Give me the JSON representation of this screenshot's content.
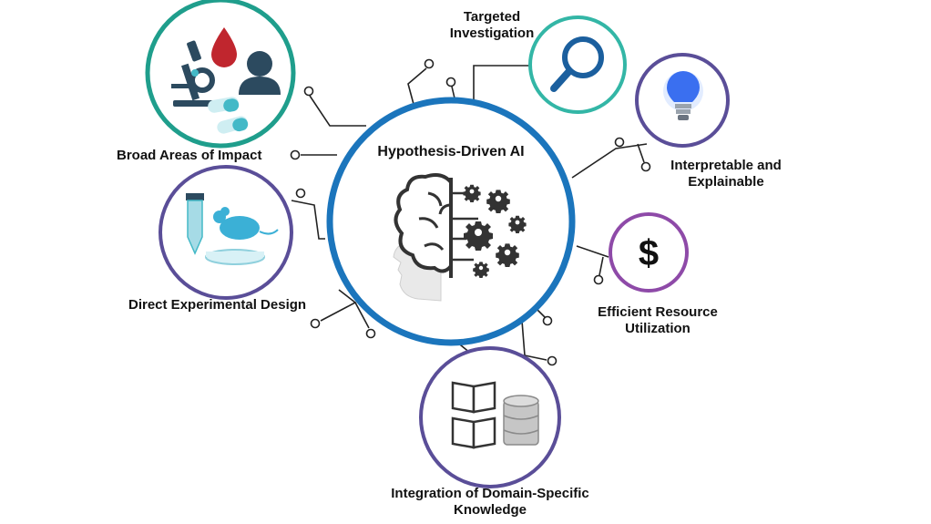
{
  "center": {
    "title": "Hypothesis-Driven AI",
    "ring_color": "#1b75bc"
  },
  "nodes": {
    "targeted": {
      "line1": "Targeted",
      "line2": "Investigation",
      "ring_color": "#33b6a6",
      "icon": "magnifier-icon"
    },
    "interpretable": {
      "line1": "Interpretable and",
      "line2": "Explainable",
      "ring_color": "#5a4e98",
      "icon": "lightbulb-icon"
    },
    "efficient": {
      "line1": "Efficient Resource",
      "line2": "Utilization",
      "ring_color": "#8e4aa8",
      "icon": "dollar-icon"
    },
    "integration": {
      "line1": "Integration of Domain-Specific",
      "line2": "Knowledge",
      "ring_color": "#5a4e98",
      "icon": "books-database-icon"
    },
    "direct": {
      "line1": "Direct Experimental Design",
      "ring_color": "#5a4e98",
      "icon": "test-tube-mouse-icon"
    },
    "broad": {
      "line1": "Broad Areas of Impact",
      "ring_color": "#1f9e8c",
      "icon": "microscope-blood-person-pills-icon"
    }
  },
  "icons": {
    "dollar_glyph": "$"
  },
  "colors": {
    "connector": "#222222",
    "icon_dark": "#2c4a5f",
    "icon_teal": "#43b9c7",
    "blood": "#c0262e",
    "gear": "#333333"
  }
}
